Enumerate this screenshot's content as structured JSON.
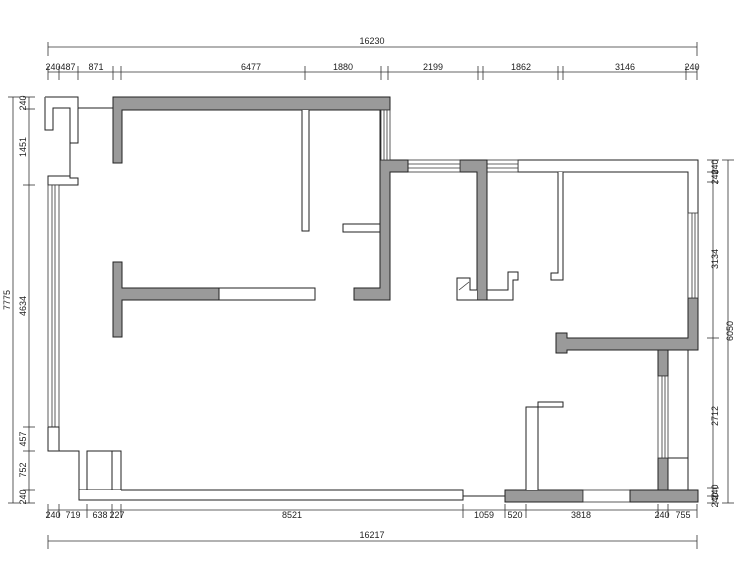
{
  "dimensions": {
    "top_total": "16230",
    "top_segments": [
      "240",
      "487",
      "871",
      "6477",
      "1880",
      "2199",
      "1862",
      "3146",
      "240"
    ],
    "bottom_total": "16217",
    "bottom_segments": [
      "240",
      "719",
      "638",
      "227",
      "8521",
      "1059",
      "520",
      "3818",
      "240",
      "755"
    ],
    "left_total": "7775",
    "left_segments": [
      "240",
      "1451",
      "4634",
      "457",
      "752",
      "240"
    ],
    "right_total": "6050",
    "right_segments": [
      "240",
      "240",
      "3134",
      "2712",
      "240",
      "240"
    ]
  },
  "colors": {
    "wall_fill": "#9a9a9a",
    "line": "#222222",
    "background": "#ffffff"
  }
}
